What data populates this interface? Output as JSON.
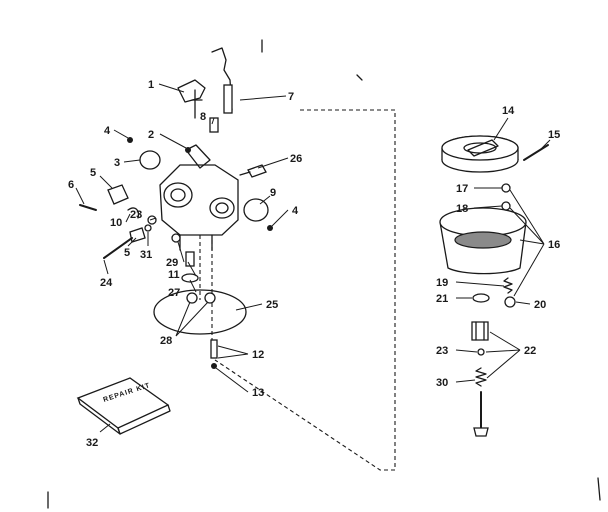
{
  "diagram": {
    "kit_label": "REPAIR KIT",
    "callouts": [
      {
        "id": "c1",
        "text": "1"
      },
      {
        "id": "c2",
        "text": "2"
      },
      {
        "id": "c3",
        "text": "3"
      },
      {
        "id": "c4a",
        "text": "4"
      },
      {
        "id": "c4b",
        "text": "4"
      },
      {
        "id": "c5a",
        "text": "5"
      },
      {
        "id": "c5b",
        "text": "5"
      },
      {
        "id": "c6",
        "text": "6"
      },
      {
        "id": "c7",
        "text": "7"
      },
      {
        "id": "c8",
        "text": "8"
      },
      {
        "id": "c9",
        "text": "9"
      },
      {
        "id": "c10",
        "text": "10"
      },
      {
        "id": "c11",
        "text": "11"
      },
      {
        "id": "c12",
        "text": "12"
      },
      {
        "id": "c13",
        "text": "13"
      },
      {
        "id": "c14",
        "text": "14"
      },
      {
        "id": "c15",
        "text": "15"
      },
      {
        "id": "c16",
        "text": "16"
      },
      {
        "id": "c17",
        "text": "17"
      },
      {
        "id": "c18",
        "text": "18"
      },
      {
        "id": "c19",
        "text": "19"
      },
      {
        "id": "c20",
        "text": "20"
      },
      {
        "id": "c21",
        "text": "21"
      },
      {
        "id": "c22",
        "text": "22"
      },
      {
        "id": "c23a",
        "text": "23"
      },
      {
        "id": "c23b",
        "text": "23"
      },
      {
        "id": "c24",
        "text": "24"
      },
      {
        "id": "c25",
        "text": "25"
      },
      {
        "id": "c26",
        "text": "26"
      },
      {
        "id": "c27",
        "text": "27"
      },
      {
        "id": "c28",
        "text": "28"
      },
      {
        "id": "c29",
        "text": "29"
      },
      {
        "id": "c30",
        "text": "30"
      },
      {
        "id": "c31",
        "text": "31"
      },
      {
        "id": "c32",
        "text": "32"
      }
    ]
  }
}
